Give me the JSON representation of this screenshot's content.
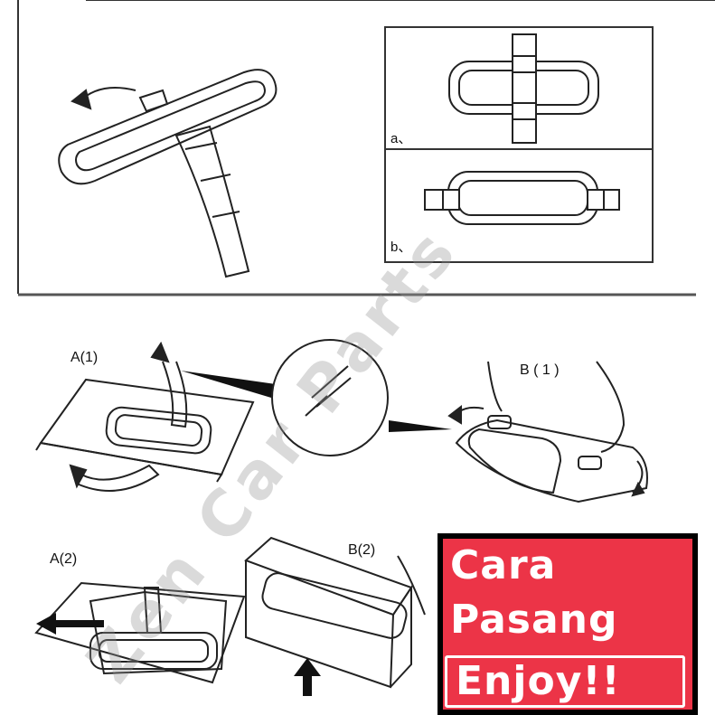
{
  "top_panel": {
    "label_a": "a、",
    "label_b": "b、"
  },
  "bottom_panel": {
    "label_a1": "A(1)",
    "label_b1": "B ( 1 )",
    "label_a2": "A(2)",
    "label_b2": "B(2)"
  },
  "promo": {
    "line1": "Cara",
    "line2": "Pasang",
    "line3": "Enjoy!!",
    "bg_color": "#ec3447"
  },
  "watermark": {
    "text": "Zen Car Parts"
  }
}
